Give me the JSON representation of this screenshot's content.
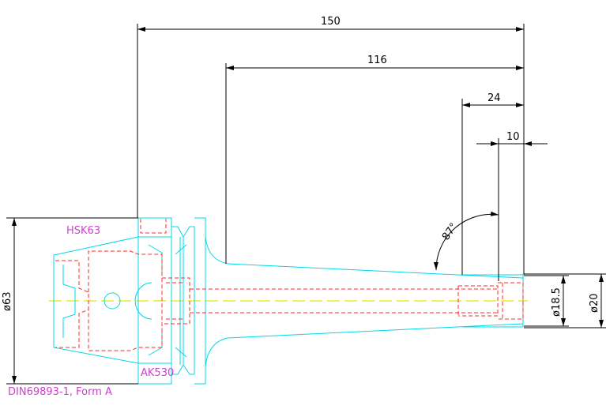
{
  "colors": {
    "outline": "#00d8e8",
    "hidden": "#ff2a2a",
    "center": "#e6e600",
    "dimension": "#000000",
    "label": "#d040d0"
  },
  "dimensions": {
    "overall_length": "150",
    "gauge_length": "116",
    "taper_offset": "24",
    "tip_length": "10",
    "flange_diameter": "ø63",
    "bore_diameter": "ø18.5",
    "tip_diameter": "ø20",
    "angle": "87°"
  },
  "labels": {
    "interface": "HSK63",
    "adapter": "AK530",
    "standard": "DIN69893-1, Form A"
  }
}
